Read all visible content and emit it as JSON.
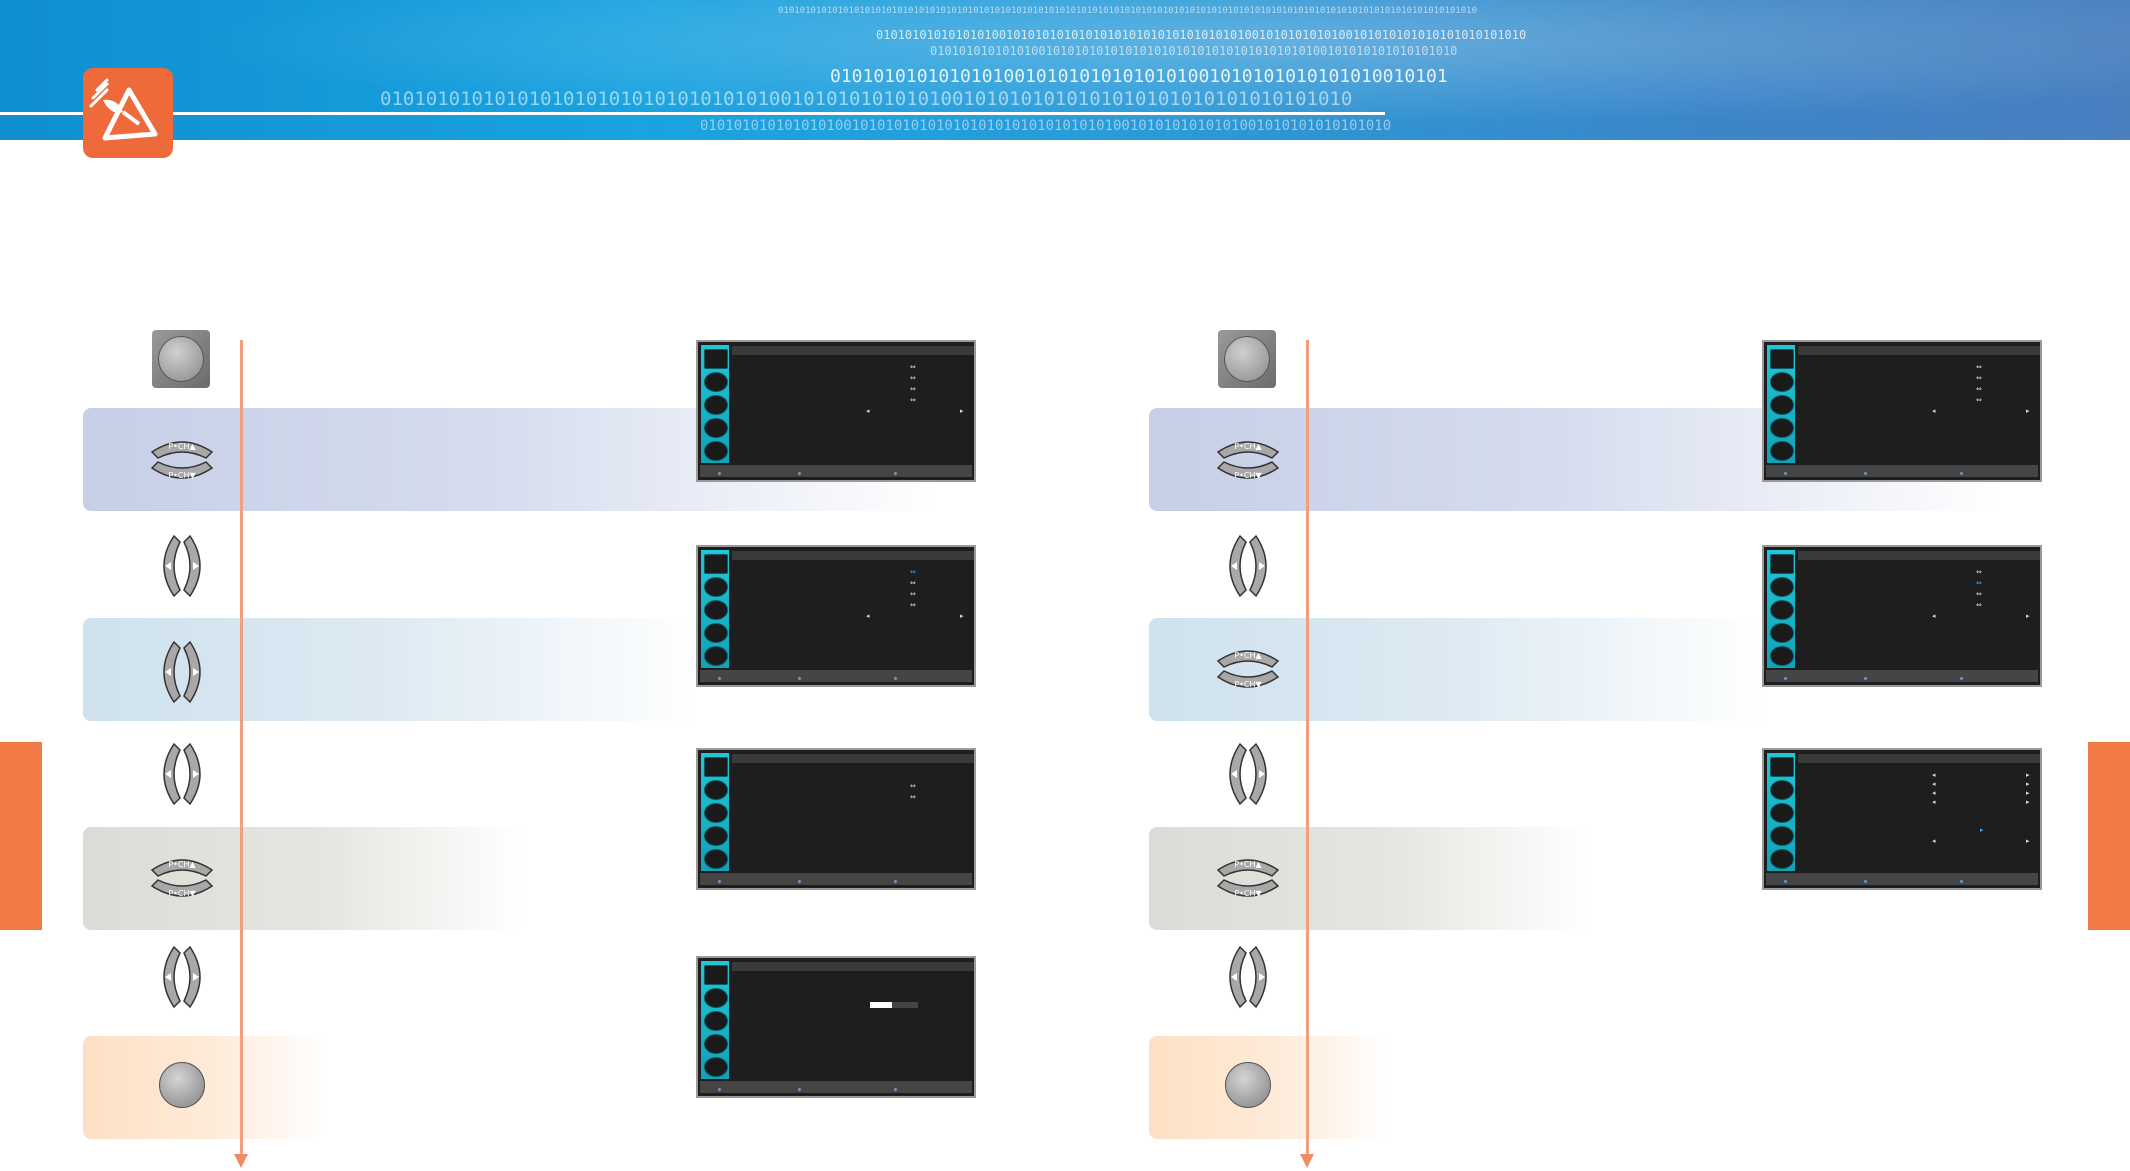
{
  "header": {
    "binary_rows": [
      "010101010101010101010101010101010101010101010101010101010101010101010101010101010101010101010101010101010101010101010101010101010",
      "010101010101010100101010101010101010101010101010101001010101010100101010101010101010101010",
      "0101010101010100101010101010101010101010101010101010100101010101010101010",
      "010101010101010100101010101010101001010101010101010010101",
      "0101010101010101010101010101010101001010101010101001010101010101010101010101010101010",
      "0101010101010101001010101010101010101010101010101001010101010101001010101010101010"
    ],
    "logo_icon": "satellite-dish-icon"
  },
  "colors": {
    "accent": "#f07a45",
    "logo": "#ef6a3a",
    "flow_arrow": "#f0a07e",
    "menu_icon_column": "#22c6d6"
  },
  "left_procedure": {
    "buttons": [
      "menu-button-icon",
      "channel-up-down-button-icon",
      "volume-left-right-button-icon",
      "volume-left-right-button-icon",
      "volume-left-right-button-icon",
      "channel-up-down-button-icon",
      "volume-left-right-button-icon",
      "enter-button-icon"
    ],
    "channel_button_labels": {
      "up": "P•CH▲",
      "down": "P•CH▼"
    }
  },
  "right_procedure": {
    "buttons": [
      "menu-button-icon",
      "channel-up-down-button-icon",
      "volume-left-right-button-icon",
      "channel-up-down-button-icon",
      "volume-left-right-button-icon",
      "channel-up-down-button-icon",
      "volume-left-right-button-icon",
      "enter-button-icon"
    ],
    "channel_button_labels": {
      "up": "P•CH▲",
      "down": "P•CH▼"
    }
  },
  "screens": {
    "menu_glyphs": {
      "adjust": "⇔",
      "left": "◂",
      "right": "▸"
    }
  }
}
